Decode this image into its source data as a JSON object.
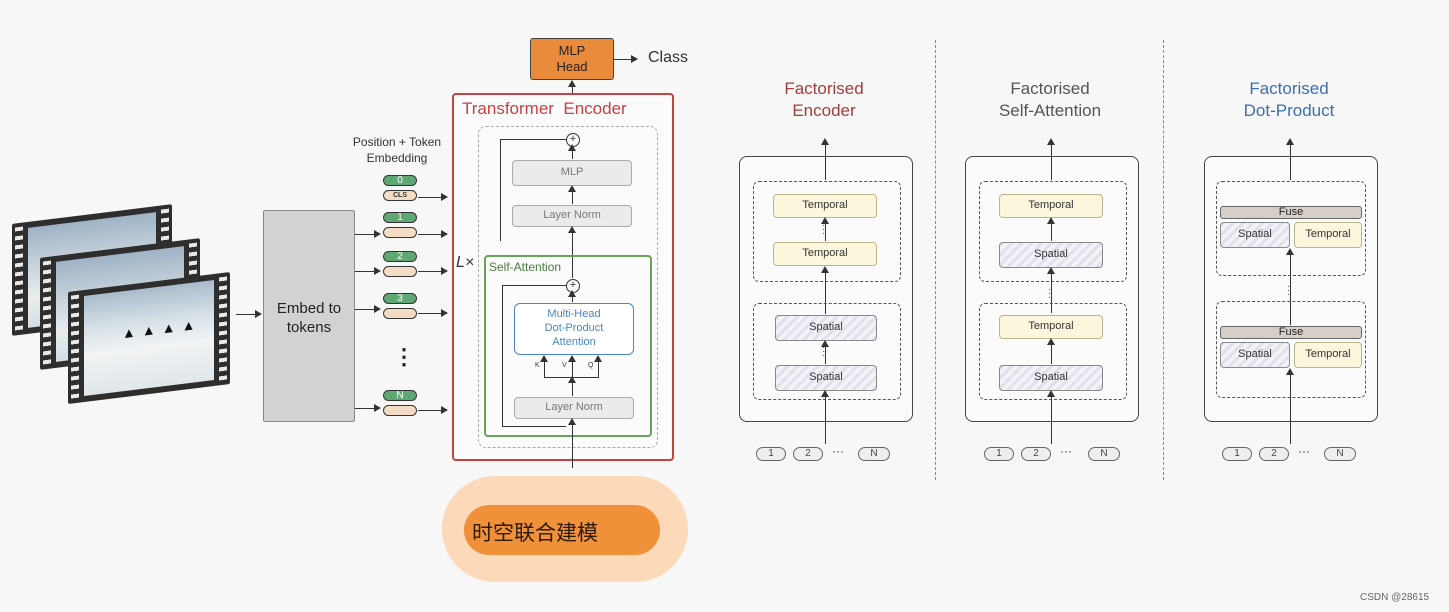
{
  "left_diagram": {
    "class_label": "Class",
    "mlp_head": "MLP\nHead",
    "embed": "Embed to\ntokens",
    "position_token_embedding": "Position + Token\nEmbedding",
    "cls": "CLS",
    "tokens": [
      "0",
      "1",
      "2",
      "3",
      "N"
    ],
    "vertical_ellipsis": "⋮",
    "transformer_title": "Transformer  Encoder",
    "lx": "L×",
    "mlp": "MLP",
    "layer_norm_top": "Layer Norm",
    "self_attention": "Self-Attention",
    "mhdpa": "Multi-Head\nDot-Product\nAttention",
    "kvq": [
      "K",
      "V",
      "Q"
    ],
    "layer_norm_bottom": "Layer Norm",
    "plus": "+"
  },
  "banner": {
    "text": "时空联合建模"
  },
  "panels": [
    {
      "title": "Factorised\nEncoder",
      "title_color": "#a33d3d",
      "blocks_top": [
        "Temporal",
        "Temporal"
      ],
      "blocks_bottom": [
        "Spatial",
        "Spatial"
      ],
      "tokens": [
        "1",
        "2",
        "···",
        "N"
      ]
    },
    {
      "title": "Factorised\nSelf-Attention",
      "title_color": "#555555",
      "blocks_top": [
        "Temporal",
        "Spatial"
      ],
      "blocks_bottom": [
        "Temporal",
        "Spatial"
      ],
      "tokens": [
        "1",
        "2",
        "···",
        "N"
      ]
    },
    {
      "title": "Factorised\nDot-Product",
      "title_color": "#3b6fb3",
      "fuse": "Fuse",
      "pairs": [
        [
          "Spatial",
          "Temporal"
        ],
        [
          "Spatial",
          "Temporal"
        ]
      ],
      "tokens": [
        "1",
        "2",
        "···",
        "N"
      ]
    }
  ],
  "watermark": "CSDN @28615",
  "colors": {
    "mlp_head": "#e98b3a",
    "transformer_border": "#c94040",
    "self_attention_border": "#6aa35a",
    "mhdpa_border": "#4a86c8",
    "banner_orange": "#f0913a"
  },
  "icons": [
    "film-strip-icon",
    "plus-circle-icon"
  ]
}
